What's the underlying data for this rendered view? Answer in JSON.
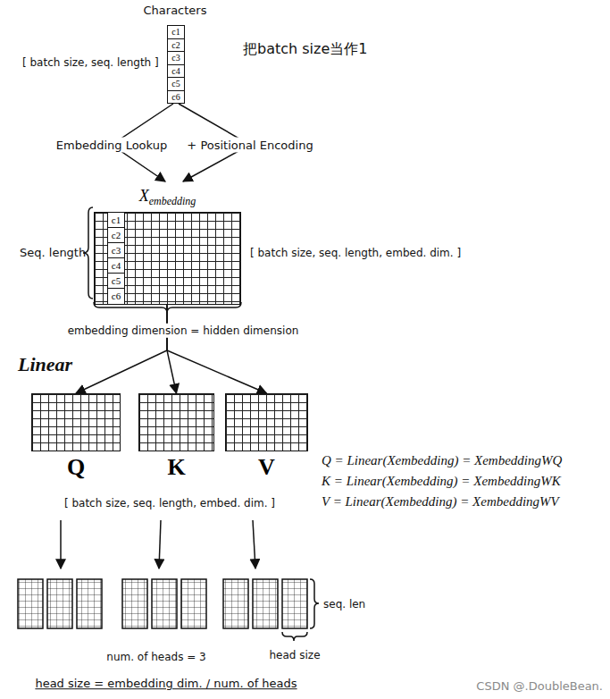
{
  "diagram": {
    "nodes": [
      {
        "text": [
          "c1",
          "c2",
          "c3",
          "c4",
          "c5",
          "c6"
        ]
      },
      {
        "text": [
          "X",
          "embedding",
          "c1",
          "c2",
          "c3",
          "c4",
          "c5",
          "c6"
        ]
      },
      {
        "text": [
          "Q"
        ]
      },
      {
        "text": [
          "K"
        ]
      },
      {
        "text": [
          "V"
        ]
      }
    ],
    "edges": [
      {
        "from": 0,
        "to": 1,
        "arrow": "to",
        "label": "Embedding Lookup"
      },
      {
        "from": 0,
        "to": 1,
        "arrow": "to",
        "label": "+ Positional Encoding"
      },
      {
        "from": 1,
        "to": 2,
        "arrow": "to"
      },
      {
        "from": 1,
        "to": 3,
        "arrow": "to"
      },
      {
        "from": 1,
        "to": 4,
        "arrow": "to"
      }
    ],
    "labels": [
      "Characters",
      "[ batch size, seq. length ]",
      "把batch size当作1",
      "Seq. length",
      "[ batch size, seq. length, embed. dim. ]",
      "embedding dimension = hidden dimension",
      "Linear",
      "[ batch size, seq. length, embed. dim. ]",
      "Q = Linear(Xembedding) = XembeddingWQ",
      "K = Linear(Xembedding) = XembeddingWK",
      "V = Linear(Xembedding) = XembeddingWV",
      "seq. len",
      "num. of heads = 3",
      "head size",
      "head size = embedding dim. / num. of heads",
      "CSDN @.DoubleBean."
    ]
  }
}
